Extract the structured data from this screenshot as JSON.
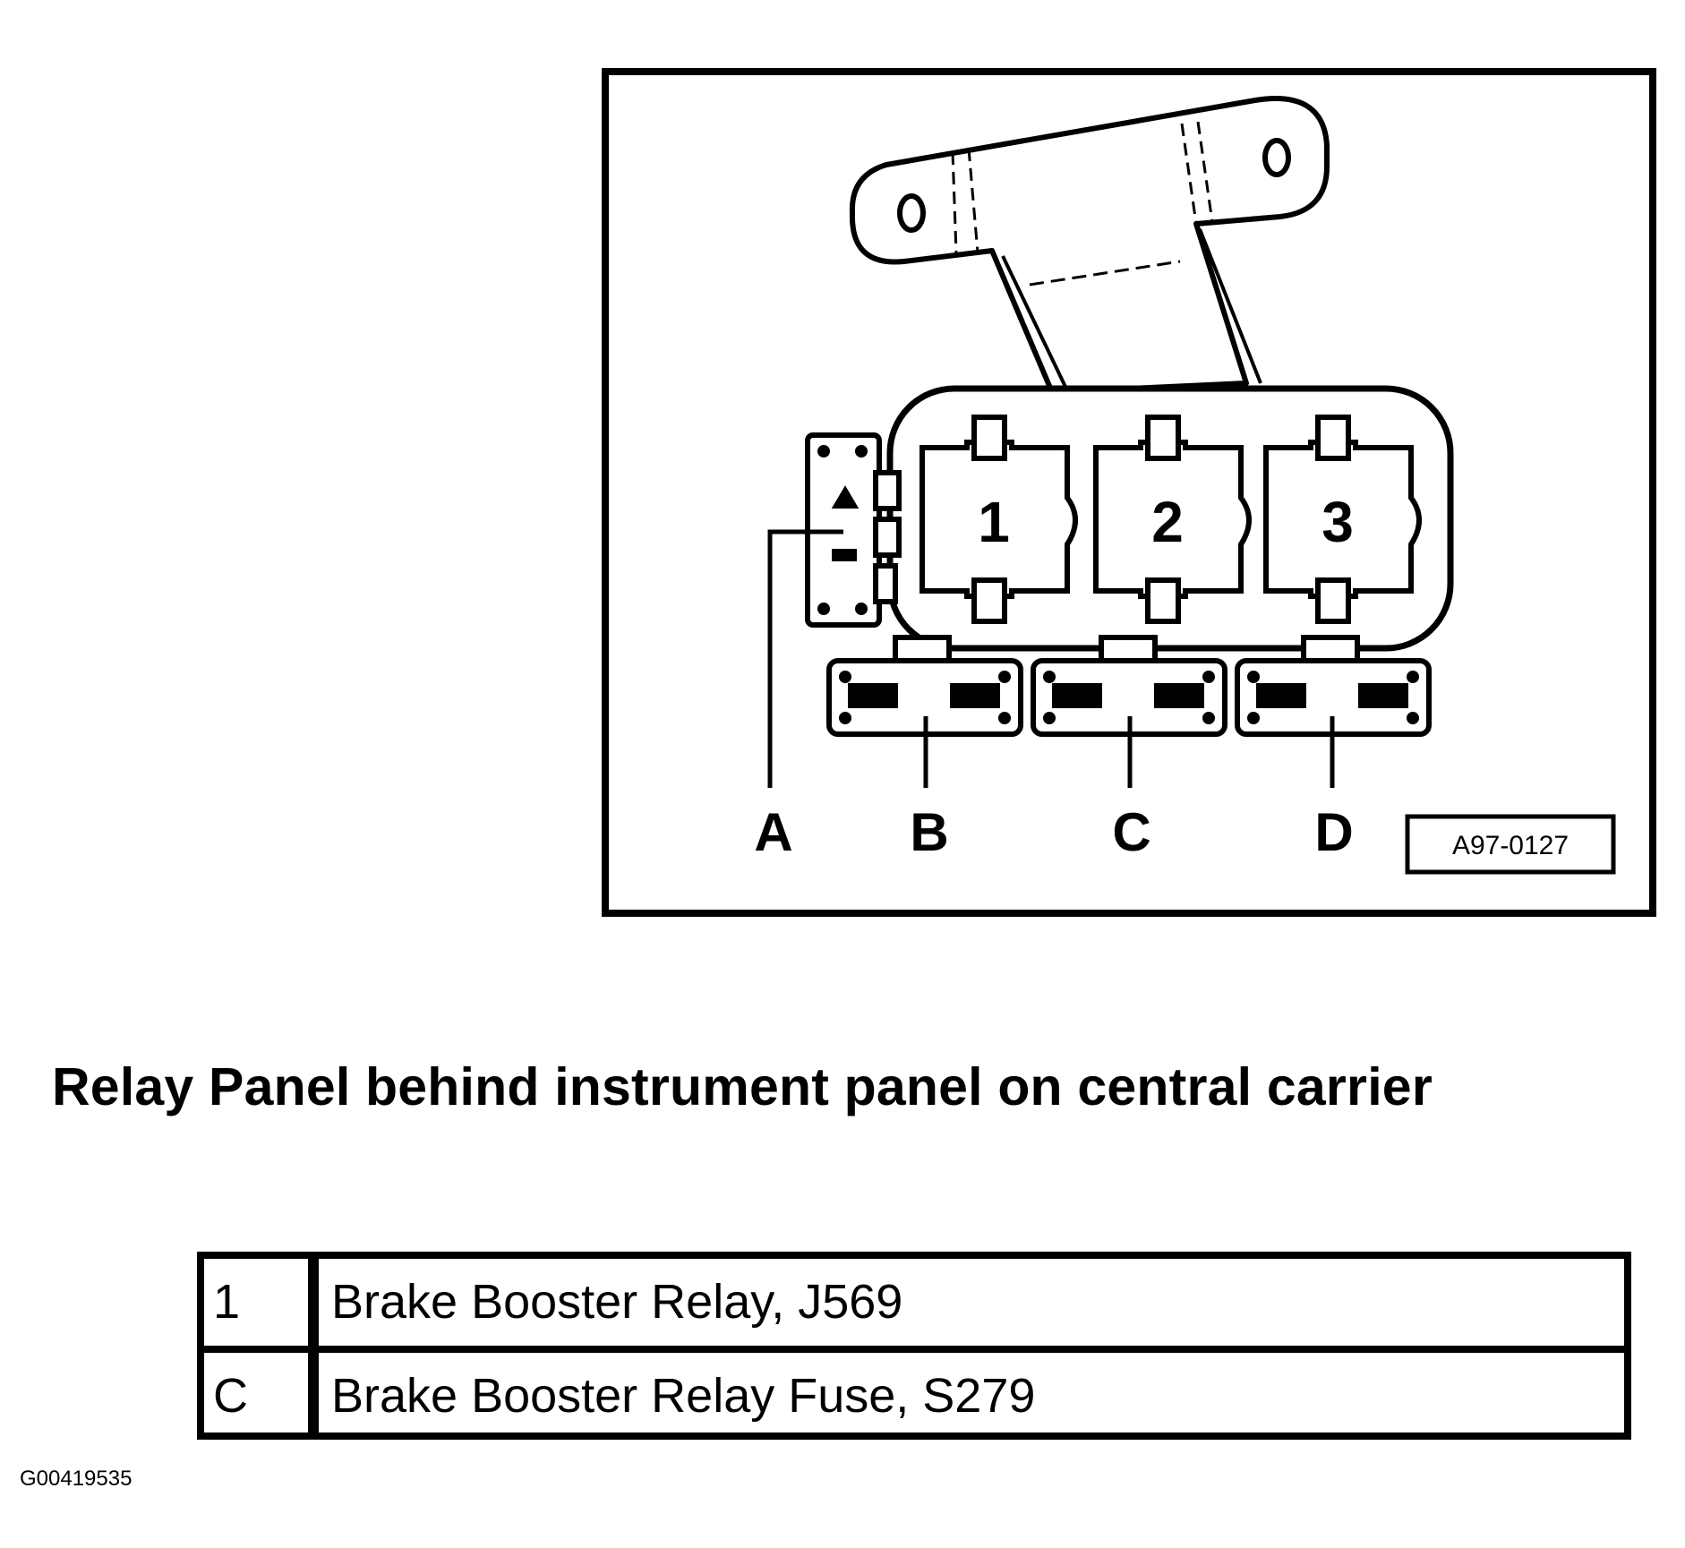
{
  "diagram": {
    "slots": [
      {
        "label": "1"
      },
      {
        "label": "2"
      },
      {
        "label": "3"
      }
    ],
    "callouts": [
      {
        "letter": "A"
      },
      {
        "letter": "B"
      },
      {
        "letter": "C"
      },
      {
        "letter": "D"
      }
    ],
    "reference_code": "A97-0127"
  },
  "caption": "Relay Panel behind instrument panel on central carrier",
  "legend": {
    "rows": [
      {
        "key": "1",
        "description": "Brake Booster Relay, J569"
      },
      {
        "key": "C",
        "description": "Brake Booster Relay Fuse, S279"
      }
    ]
  },
  "figure_id": "G00419535"
}
